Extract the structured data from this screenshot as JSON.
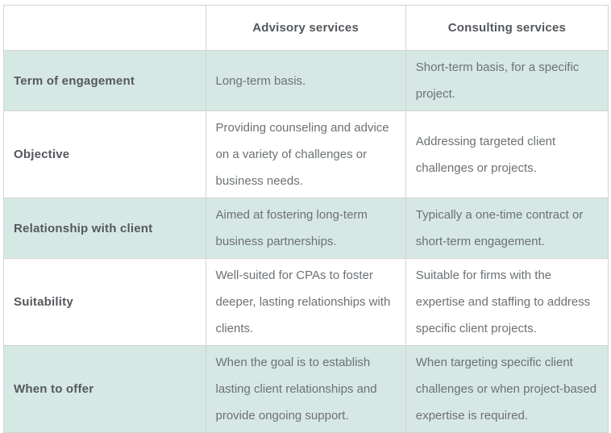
{
  "colors": {
    "highlight_row_bg": "#d6e8e4",
    "table_border": "#d3d3d3",
    "heading_text": "#54585c",
    "body_text": "#6c7175",
    "page_bg": "#ffffff"
  },
  "table": {
    "header": {
      "col1": "",
      "col2": "Advisory services",
      "col3": "Consulting services"
    },
    "rows": [
      {
        "label": "Term of engagement",
        "advisory": "Long-term basis.",
        "consulting": "Short-term basis, for a specific project."
      },
      {
        "label": "Objective",
        "advisory": "Providing counseling and advice on a variety of challenges or business needs.",
        "consulting": "Addressing targeted client challenges or projects."
      },
      {
        "label": "Relationship with client",
        "advisory": "Aimed at fostering long-term business partnerships.",
        "consulting": "Typically a one-time contract or short-term engagement."
      },
      {
        "label": "Suitability",
        "advisory": "Well-suited for CPAs to foster deeper, lasting relationships with clients.",
        "consulting": "Suitable for firms with the expertise and staffing to address specific client projects."
      },
      {
        "label": "When to offer",
        "advisory": "When the goal is to establish lasting client relationships and provide ongoing support.",
        "consulting": "When targeting specific client challenges or when project-based expertise is required."
      }
    ]
  }
}
